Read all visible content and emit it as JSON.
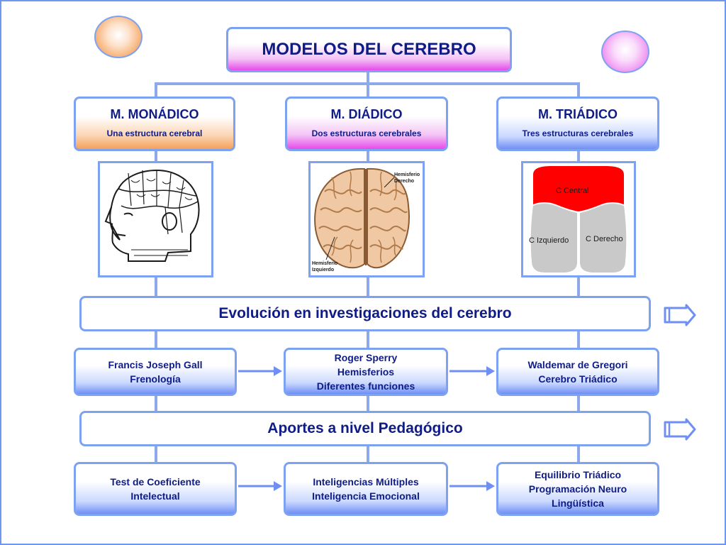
{
  "title": "MODELOS DEL CEREBRO",
  "models": [
    {
      "name": "M.  MONÁDICO",
      "description": "Una estructura cerebral"
    },
    {
      "name": "M.  DIÁDICO",
      "description": "Dos estructuras cerebrales"
    },
    {
      "name": "M.  TRIÁDICO",
      "description": "Tres estructuras cerebrales"
    }
  ],
  "brain_labels": {
    "right_hemisphere": [
      "Hemisferio",
      "Derecho"
    ],
    "left_hemisphere": [
      "Hemisferio",
      "Izquierdo"
    ]
  },
  "triadic_labels": {
    "central": "C Central",
    "left": "C Izquierdo",
    "right": "C Derecho"
  },
  "evolution_band": "Evolución en investigaciones del cerebro",
  "evolution_cards": [
    [
      "Francis Joseph Gall",
      "Frenología"
    ],
    [
      "Roger Sperry",
      "Hemisferios",
      "Diferentes funciones"
    ],
    [
      "Waldemar de Gregori",
      "Cerebro Triádico"
    ]
  ],
  "pedagogy_band": "Aportes a nivel Pedagógico",
  "pedagogy_cards": [
    [
      "Test de Coeficiente",
      "Intelectual"
    ],
    [
      "Inteligencias Múltiples",
      "Inteligencia Emocional"
    ],
    [
      "Equilibrio Triádico",
      "Programación Neuro",
      "Lingüística"
    ]
  ],
  "colors": {
    "border": "#7ea2f2",
    "text": "#0f1c87",
    "pink_accent": "#e64be9",
    "orange_accent": "#f5a05a",
    "blue_accent": "#6f8ff5",
    "triadic_red": "#ff0000",
    "triadic_gray": "#c9c9c9"
  },
  "icons": [
    "orange-circle",
    "pink-circle",
    "right-arrow-icon",
    "next-arrow-icon"
  ]
}
